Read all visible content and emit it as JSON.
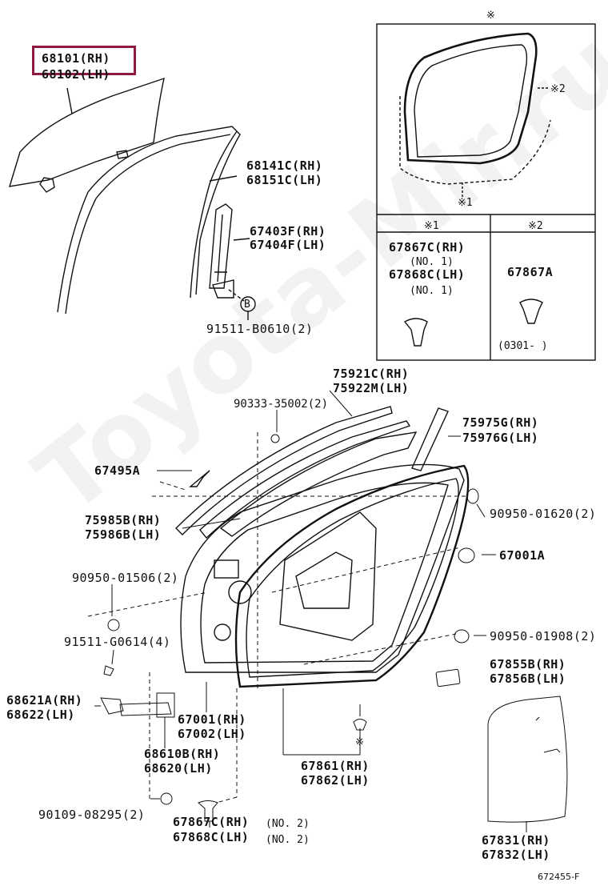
{
  "watermark": "Toyota-Mir.ru",
  "highlight": {
    "part": "68101 (RH)"
  },
  "labels": {
    "glass_rh": "68101(RH)",
    "glass_lh": "68102(LH)",
    "run_rh": "68141C(RH)",
    "run_lh": "68151C(LH)",
    "chan_rh": "67403F(RH)",
    "chan_lh": "67404F(LH)",
    "bolt_b": "91511-B0610(2)",
    "b_marker": "B",
    "belt_rh": "75921C(RH)",
    "belt_lh": "75922M(LH)",
    "clip1": "90333-35002(2)",
    "mould_rh": "75975G(RH)",
    "mould_lh": "75976G(LH)",
    "p67495a": "67495A",
    "c90950_01620": "90950-01620(2)",
    "p75985_rh": "75985B(RH)",
    "p75985_lh": "75986B(LH)",
    "p67001a": "67001A",
    "c90950_01506": "90950-01506(2)",
    "b91511_g0614": "91511-G0614(4)",
    "c90950_01908": "90950-01908(2)",
    "hinge_rh": "68621A(RH)",
    "hinge_lh": "68622(LH)",
    "panel_rh": "67001(RH)",
    "panel_lh": "67002(LH)",
    "plug_rh": "67855B(RH)",
    "plug_lh": "67856B(LH)",
    "check_rh": "68610B(RH)",
    "check_lh": "68620(LH)",
    "ws_rh": "67861(RH)",
    "ws_lh": "67862(LH)",
    "b90109": "90109-08295(2)",
    "clip_rh_bottom": "67867C(RH)",
    "clip_lh_bottom": "67868C(LH)",
    "no2a": "(NO. 2)",
    "no2b": "(NO. 2)",
    "film_rh": "67831(RH)",
    "film_lh": "67832(LH)",
    "diagram_no": "672455-F"
  },
  "inset": {
    "top_mark": "※",
    "mark2": "※2",
    "mark1": "※1",
    "col1_header": "※1",
    "col2_header": "※2",
    "c1_rh": "67867C(RH)",
    "c1_no1a": "(NO. 1)",
    "c1_lh": "67868C(LH)",
    "c1_no1b": "(NO. 1)",
    "c2_part": "67867A",
    "c2_date": "(0301-        )"
  },
  "asterisk_bottom": "※"
}
